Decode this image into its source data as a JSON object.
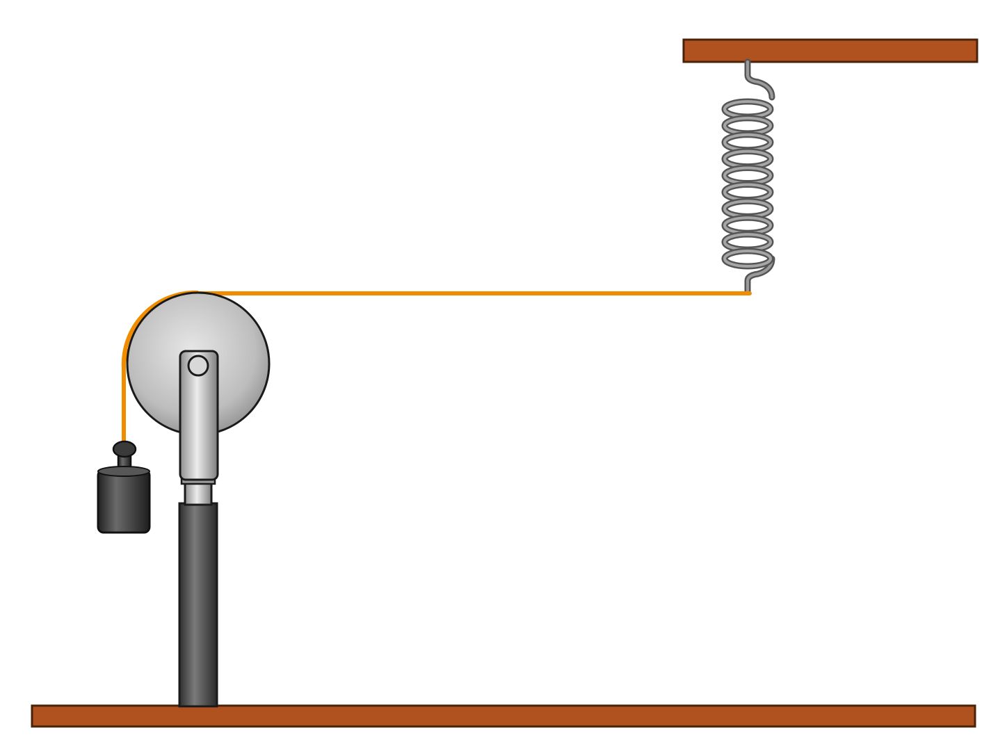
{
  "diagram": {
    "components": [
      {
        "id": "ceiling",
        "kind": "wooden-beam"
      },
      {
        "id": "spring",
        "kind": "coil-spring",
        "coils": 10
      },
      {
        "id": "string",
        "kind": "string"
      },
      {
        "id": "pulley",
        "kind": "pulley-wheel"
      },
      {
        "id": "stand",
        "kind": "pulley-stand"
      },
      {
        "id": "weight",
        "kind": "hanging-mass"
      },
      {
        "id": "floor",
        "kind": "wooden-beam"
      }
    ],
    "colors": {
      "wood": "#b0521f",
      "wood_edge": "#4a2208",
      "string": "#f08c00",
      "metal": "#b8b8b8",
      "dark_metal": "#4a4a4a",
      "spring": "#8a8a8a"
    }
  }
}
